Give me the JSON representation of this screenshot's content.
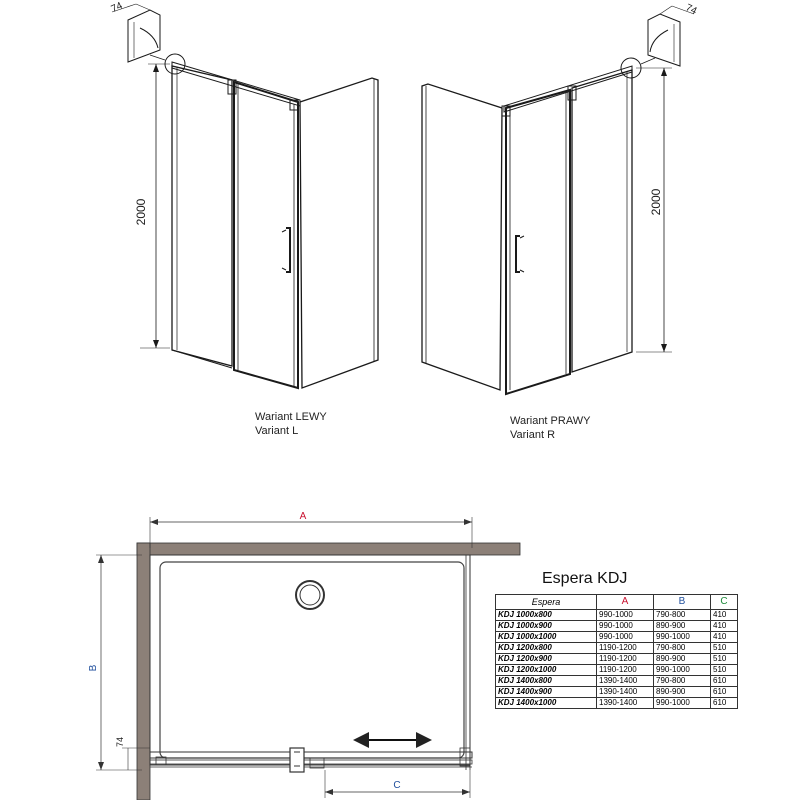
{
  "top": {
    "left": {
      "height_label": "2000",
      "detail_label": "74",
      "variant_line1": "Wariant LEWY",
      "variant_line2": "Variant L"
    },
    "right": {
      "height_label": "2000",
      "detail_label": "74",
      "variant_line1": "Wariant PRAWY",
      "variant_line2": "Variant R"
    }
  },
  "plan": {
    "dim_a": "A",
    "dim_b": "B",
    "dim_c": "C",
    "dim_74": "74"
  },
  "spec": {
    "title": "Espera KDJ",
    "headers": [
      "Espera",
      "A",
      "B",
      "C"
    ],
    "rows": [
      [
        "KDJ 1000x800",
        "990-1000",
        "790-800",
        "410"
      ],
      [
        "KDJ 1000x900",
        "990-1000",
        "890-900",
        "410"
      ],
      [
        "KDJ 1000x1000",
        "990-1000",
        "990-1000",
        "410"
      ],
      [
        "KDJ 1200x800",
        "1190-1200",
        "790-800",
        "510"
      ],
      [
        "KDJ 1200x900",
        "1190-1200",
        "890-900",
        "510"
      ],
      [
        "KDJ 1200x1000",
        "1190-1200",
        "990-1000",
        "510"
      ],
      [
        "KDJ 1400x800",
        "1390-1400",
        "790-800",
        "610"
      ],
      [
        "KDJ 1400x900",
        "1390-1400",
        "890-900",
        "610"
      ],
      [
        "KDJ 1400x1000",
        "1390-1400",
        "990-1000",
        "610"
      ]
    ],
    "colors": {
      "A": "#c8102e",
      "B": "#1f4e9c",
      "C": "#1e8a3a"
    }
  }
}
